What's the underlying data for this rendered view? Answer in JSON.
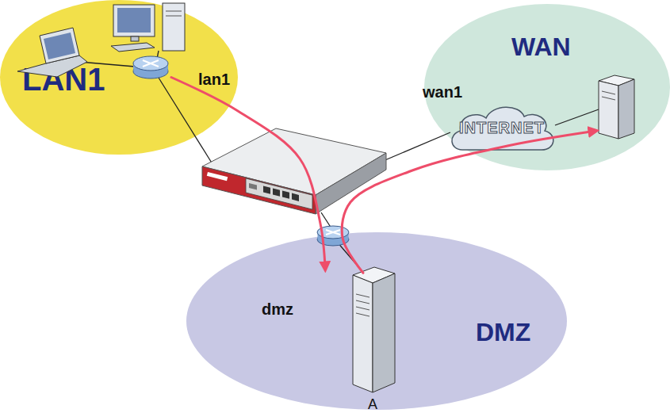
{
  "diagram": {
    "nodes": [
      {
        "text": [
          "LAN1"
        ]
      },
      {
        "text": [
          "WAN"
        ]
      },
      {
        "text": [
          "DMZ"
        ]
      },
      {
        "text": [
          "INTERNET"
        ],
        "in": 1
      },
      {
        "text": [
          "A"
        ],
        "in": 2
      }
    ],
    "edges": [
      {
        "from": 0,
        "to": 2,
        "arrow": "to"
      },
      {
        "from": 4,
        "to": 1,
        "arrow": "to"
      }
    ],
    "labels": [
      "lan1",
      "wan1",
      "dmz"
    ]
  }
}
